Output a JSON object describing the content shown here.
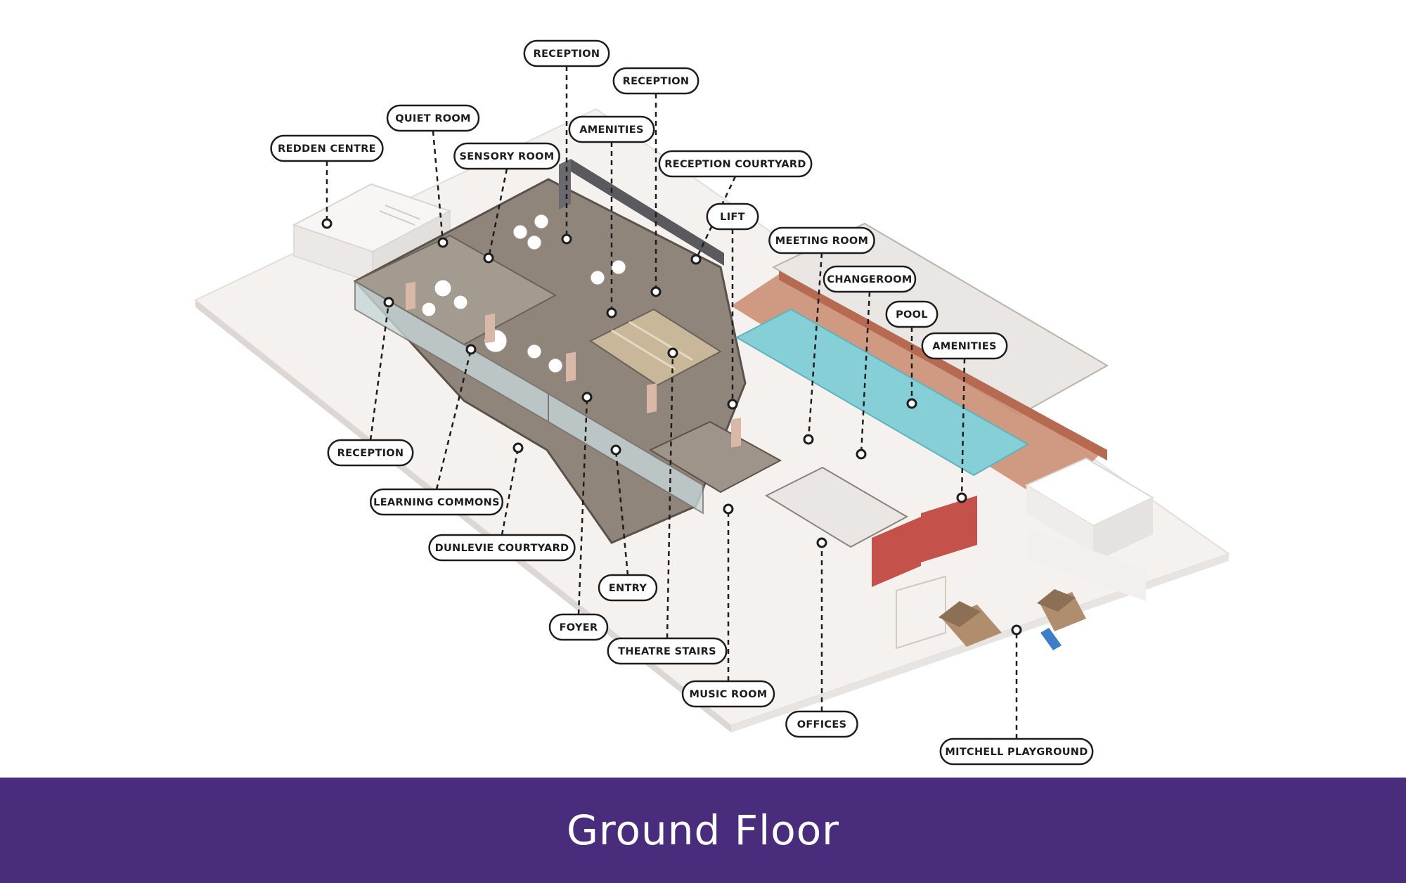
{
  "footer": {
    "title": "Ground Floor",
    "background": "#4a2c7d",
    "text_color": "#ffffff"
  },
  "colors": {
    "pool_water": "#86cfd6",
    "brick": "#c98a6e",
    "floor": "#f4f1ef",
    "wall": "#e6e3e1",
    "interior_floor": "#9a8f85",
    "label_border": "#1d1d1d",
    "leader_line": "#1d1d1d",
    "playground_slide": "#3d7cc9",
    "accent_red": "#c4524b"
  },
  "labels": [
    {
      "id": "reception-top",
      "text": "RECEPTION"
    },
    {
      "id": "reception-2",
      "text": "RECEPTION"
    },
    {
      "id": "quiet-room",
      "text": "QUIET ROOM"
    },
    {
      "id": "amenities-top",
      "text": "AMENITIES"
    },
    {
      "id": "redden-centre",
      "text": "REDDEN CENTRE"
    },
    {
      "id": "sensory-room",
      "text": "SENSORY ROOM"
    },
    {
      "id": "reception-courtyard",
      "text": "RECEPTION COURTYARD"
    },
    {
      "id": "lift",
      "text": "LIFT"
    },
    {
      "id": "meeting-room",
      "text": "MEETING ROOM"
    },
    {
      "id": "changeroom",
      "text": "CHANGEROOM"
    },
    {
      "id": "pool",
      "text": "POOL"
    },
    {
      "id": "amenities-right",
      "text": "AMENITIES"
    },
    {
      "id": "reception-left",
      "text": "RECEPTION"
    },
    {
      "id": "learning-commons",
      "text": "LEARNING COMMONS"
    },
    {
      "id": "dunlevie-courtyard",
      "text": "DUNLEVIE COURTYARD"
    },
    {
      "id": "entry",
      "text": "ENTRY"
    },
    {
      "id": "foyer",
      "text": "FOYER"
    },
    {
      "id": "theatre-stairs",
      "text": "THEATRE STAIRS"
    },
    {
      "id": "music-room",
      "text": "MUSIC ROOM"
    },
    {
      "id": "offices",
      "text": "OFFICES"
    },
    {
      "id": "mitchell-playground",
      "text": "MITCHELL PLAYGROUND"
    }
  ]
}
